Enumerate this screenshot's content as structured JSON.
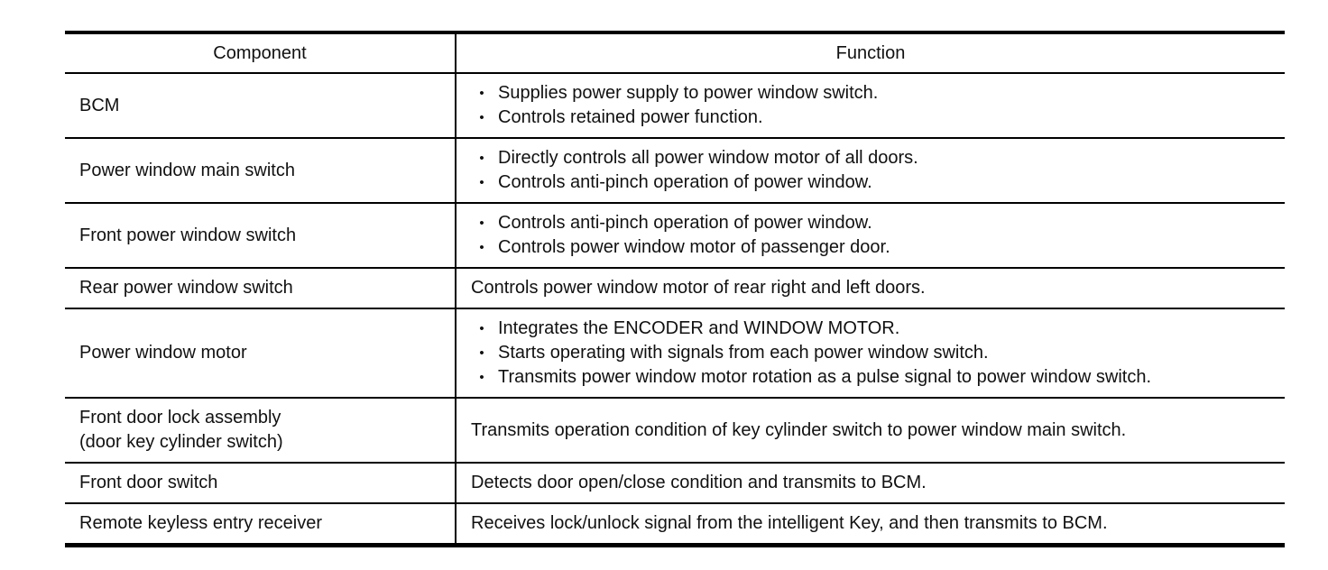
{
  "icons": {
    "bullet": "•"
  },
  "table": {
    "headers": {
      "component": "Component",
      "function": "Function"
    },
    "rows": [
      {
        "component": [
          "BCM"
        ],
        "bulleted": true,
        "functions": [
          "Supplies power supply to power window switch.",
          "Controls retained power function."
        ]
      },
      {
        "component": [
          "Power window main switch"
        ],
        "bulleted": true,
        "functions": [
          "Directly controls all power window motor of all doors.",
          "Controls anti-pinch operation of power window."
        ]
      },
      {
        "component": [
          "Front power window switch"
        ],
        "bulleted": true,
        "functions": [
          "Controls anti-pinch operation of power window.",
          "Controls power window motor of passenger door."
        ]
      },
      {
        "component": [
          "Rear power window switch"
        ],
        "bulleted": false,
        "functions": [
          "Controls power window motor of rear right and left doors."
        ]
      },
      {
        "component": [
          "Power window motor"
        ],
        "bulleted": true,
        "functions": [
          "Integrates the ENCODER and WINDOW MOTOR.",
          "Starts operating with signals from each power window switch.",
          "Transmits power window motor rotation as a pulse signal to power window switch."
        ]
      },
      {
        "component": [
          "Front door lock assembly",
          "(door key cylinder switch)"
        ],
        "bulleted": false,
        "functions": [
          "Transmits operation condition of key cylinder switch to power window main switch."
        ]
      },
      {
        "component": [
          "Front door switch"
        ],
        "bulleted": false,
        "functions": [
          "Detects door open/close condition and transmits to BCM."
        ]
      },
      {
        "component": [
          "Remote keyless entry receiver"
        ],
        "bulleted": false,
        "functions": [
          "Receives lock/unlock signal from the intelligent Key, and then transmits to BCM."
        ]
      }
    ]
  }
}
